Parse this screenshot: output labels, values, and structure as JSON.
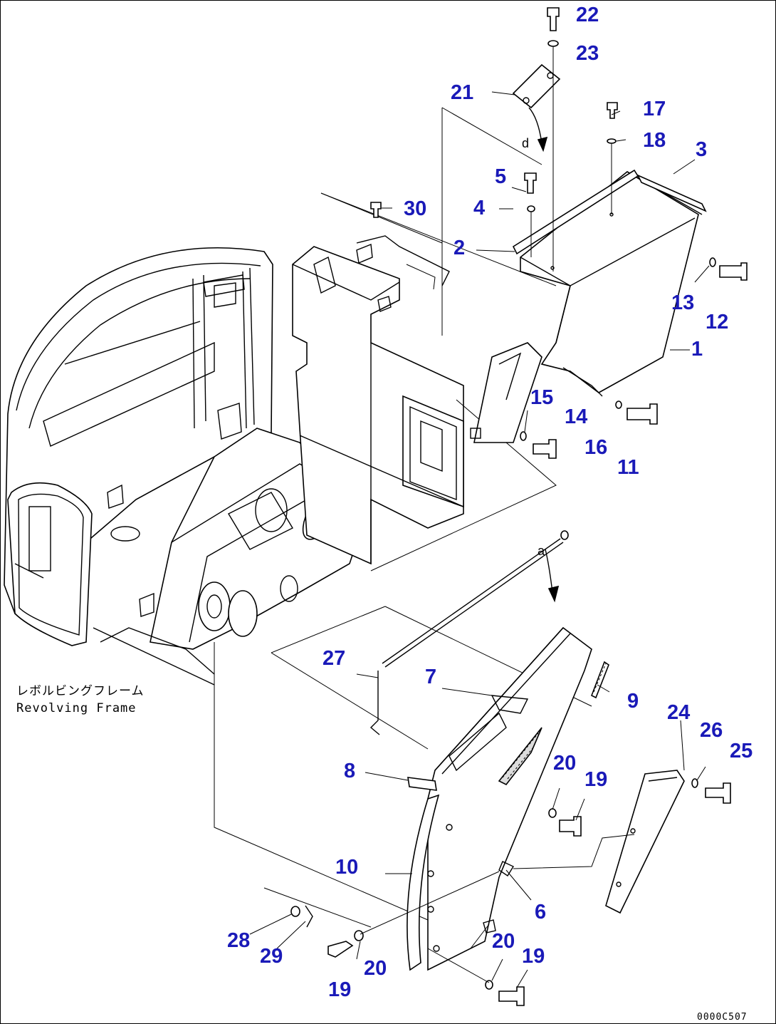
{
  "frame_label": {
    "line1": "レボルビングフレーム",
    "line2": "Revolving Frame"
  },
  "view_markers": {
    "upper": "d",
    "lower": "a"
  },
  "reference_code": "0000C507",
  "callouts": [
    {
      "id": "c22",
      "text": "22"
    },
    {
      "id": "c23",
      "text": "23"
    },
    {
      "id": "c21",
      "text": "21"
    },
    {
      "id": "c17",
      "text": "17"
    },
    {
      "id": "c18",
      "text": "18"
    },
    {
      "id": "c3",
      "text": "3"
    },
    {
      "id": "c5",
      "text": "5"
    },
    {
      "id": "c4",
      "text": "4"
    },
    {
      "id": "c30",
      "text": "30"
    },
    {
      "id": "c2",
      "text": "2"
    },
    {
      "id": "c13",
      "text": "13"
    },
    {
      "id": "c12",
      "text": "12"
    },
    {
      "id": "c1",
      "text": "1"
    },
    {
      "id": "c15",
      "text": "15"
    },
    {
      "id": "c14",
      "text": "14"
    },
    {
      "id": "c16",
      "text": "16"
    },
    {
      "id": "c11",
      "text": "11"
    },
    {
      "id": "c27",
      "text": "27"
    },
    {
      "id": "c7",
      "text": "7"
    },
    {
      "id": "c9",
      "text": "9"
    },
    {
      "id": "c24",
      "text": "24"
    },
    {
      "id": "c26",
      "text": "26"
    },
    {
      "id": "c25",
      "text": "25"
    },
    {
      "id": "c8",
      "text": "8"
    },
    {
      "id": "c20a",
      "text": "20"
    },
    {
      "id": "c19a",
      "text": "19"
    },
    {
      "id": "c10",
      "text": "10"
    },
    {
      "id": "c6",
      "text": "6"
    },
    {
      "id": "c28",
      "text": "28"
    },
    {
      "id": "c29",
      "text": "29"
    },
    {
      "id": "c20b",
      "text": "20"
    },
    {
      "id": "c20c",
      "text": "20"
    },
    {
      "id": "c19b",
      "text": "19"
    },
    {
      "id": "c19c",
      "text": "19"
    }
  ]
}
